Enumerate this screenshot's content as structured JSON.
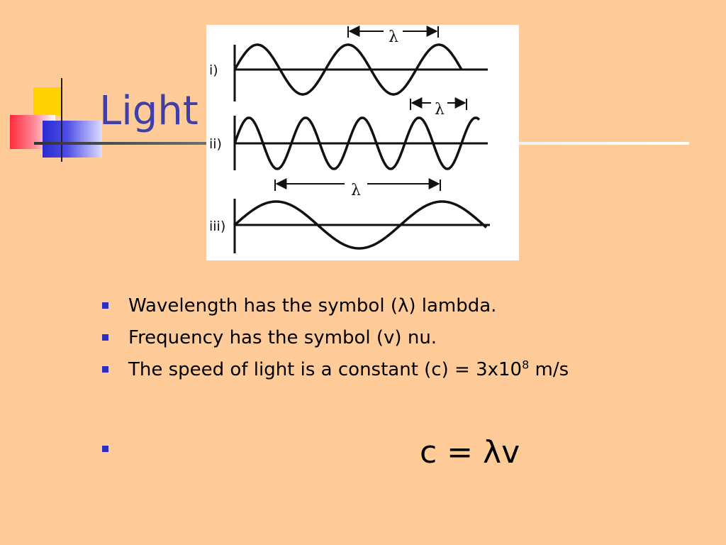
{
  "slide": {
    "title": "Light",
    "background_color": "#FFCC99",
    "accent_color": "#3F3FA6"
  },
  "figure": {
    "wave_labels": [
      "i)",
      "ii)",
      "iii)"
    ],
    "lambda_symbol": "λ"
  },
  "bullets": [
    {
      "text": "Wavelength has the symbol (λ) lambda."
    },
    {
      "text": "Frequency has the symbol (v) nu."
    },
    {
      "text_before": "The speed of light is a constant (c) = 3x10",
      "sup": "8",
      "text_after": " m/s"
    },
    {
      "text": "c = λv"
    }
  ]
}
